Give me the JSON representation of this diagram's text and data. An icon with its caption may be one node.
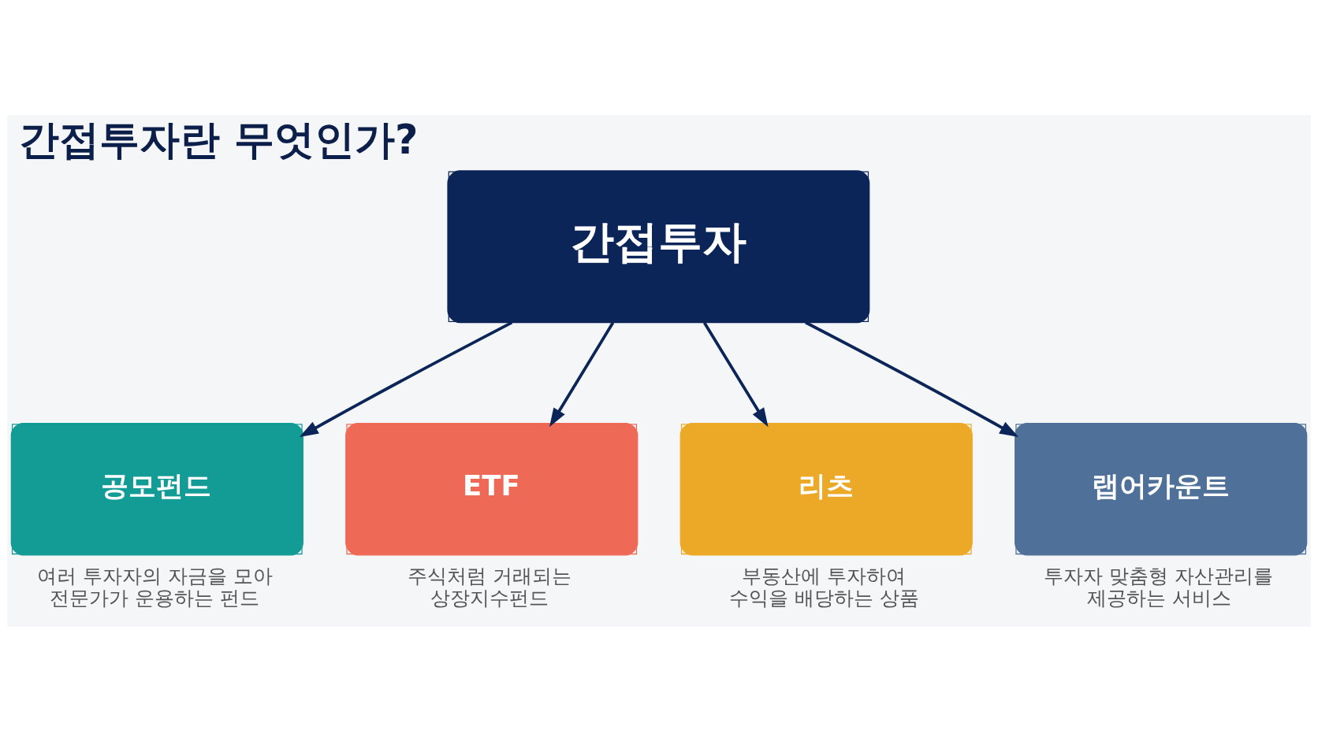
{
  "diagram": {
    "title": "간접투자란 무엇인가?",
    "nodes": [
      {
        "text": [
          "간접투자"
        ]
      },
      {
        "text": [
          "공모펀드"
        ],
        "beside": [
          "여러 투자자의 자금을 모아 전문가가 운용하는 펀드"
        ]
      },
      {
        "text": [
          "ETF"
        ],
        "beside": [
          "주식처럼 거래되는 상장지수펀드"
        ]
      },
      {
        "text": [
          "리츠"
        ],
        "beside": [
          "부동산에 투자하여 수익을 배당하는 상품"
        ]
      },
      {
        "text": [
          "랩어카운트"
        ],
        "beside": [
          "투자자 맞춤형 자산관리를 제공하는 서비스"
        ]
      }
    ],
    "edges": [
      {
        "from": 0,
        "to": 1,
        "arrow": "to"
      },
      {
        "from": 0,
        "to": 2,
        "arrow": "to"
      },
      {
        "from": 0,
        "to": 3,
        "arrow": "to"
      },
      {
        "from": 0,
        "to": 4,
        "arrow": "to"
      }
    ]
  }
}
